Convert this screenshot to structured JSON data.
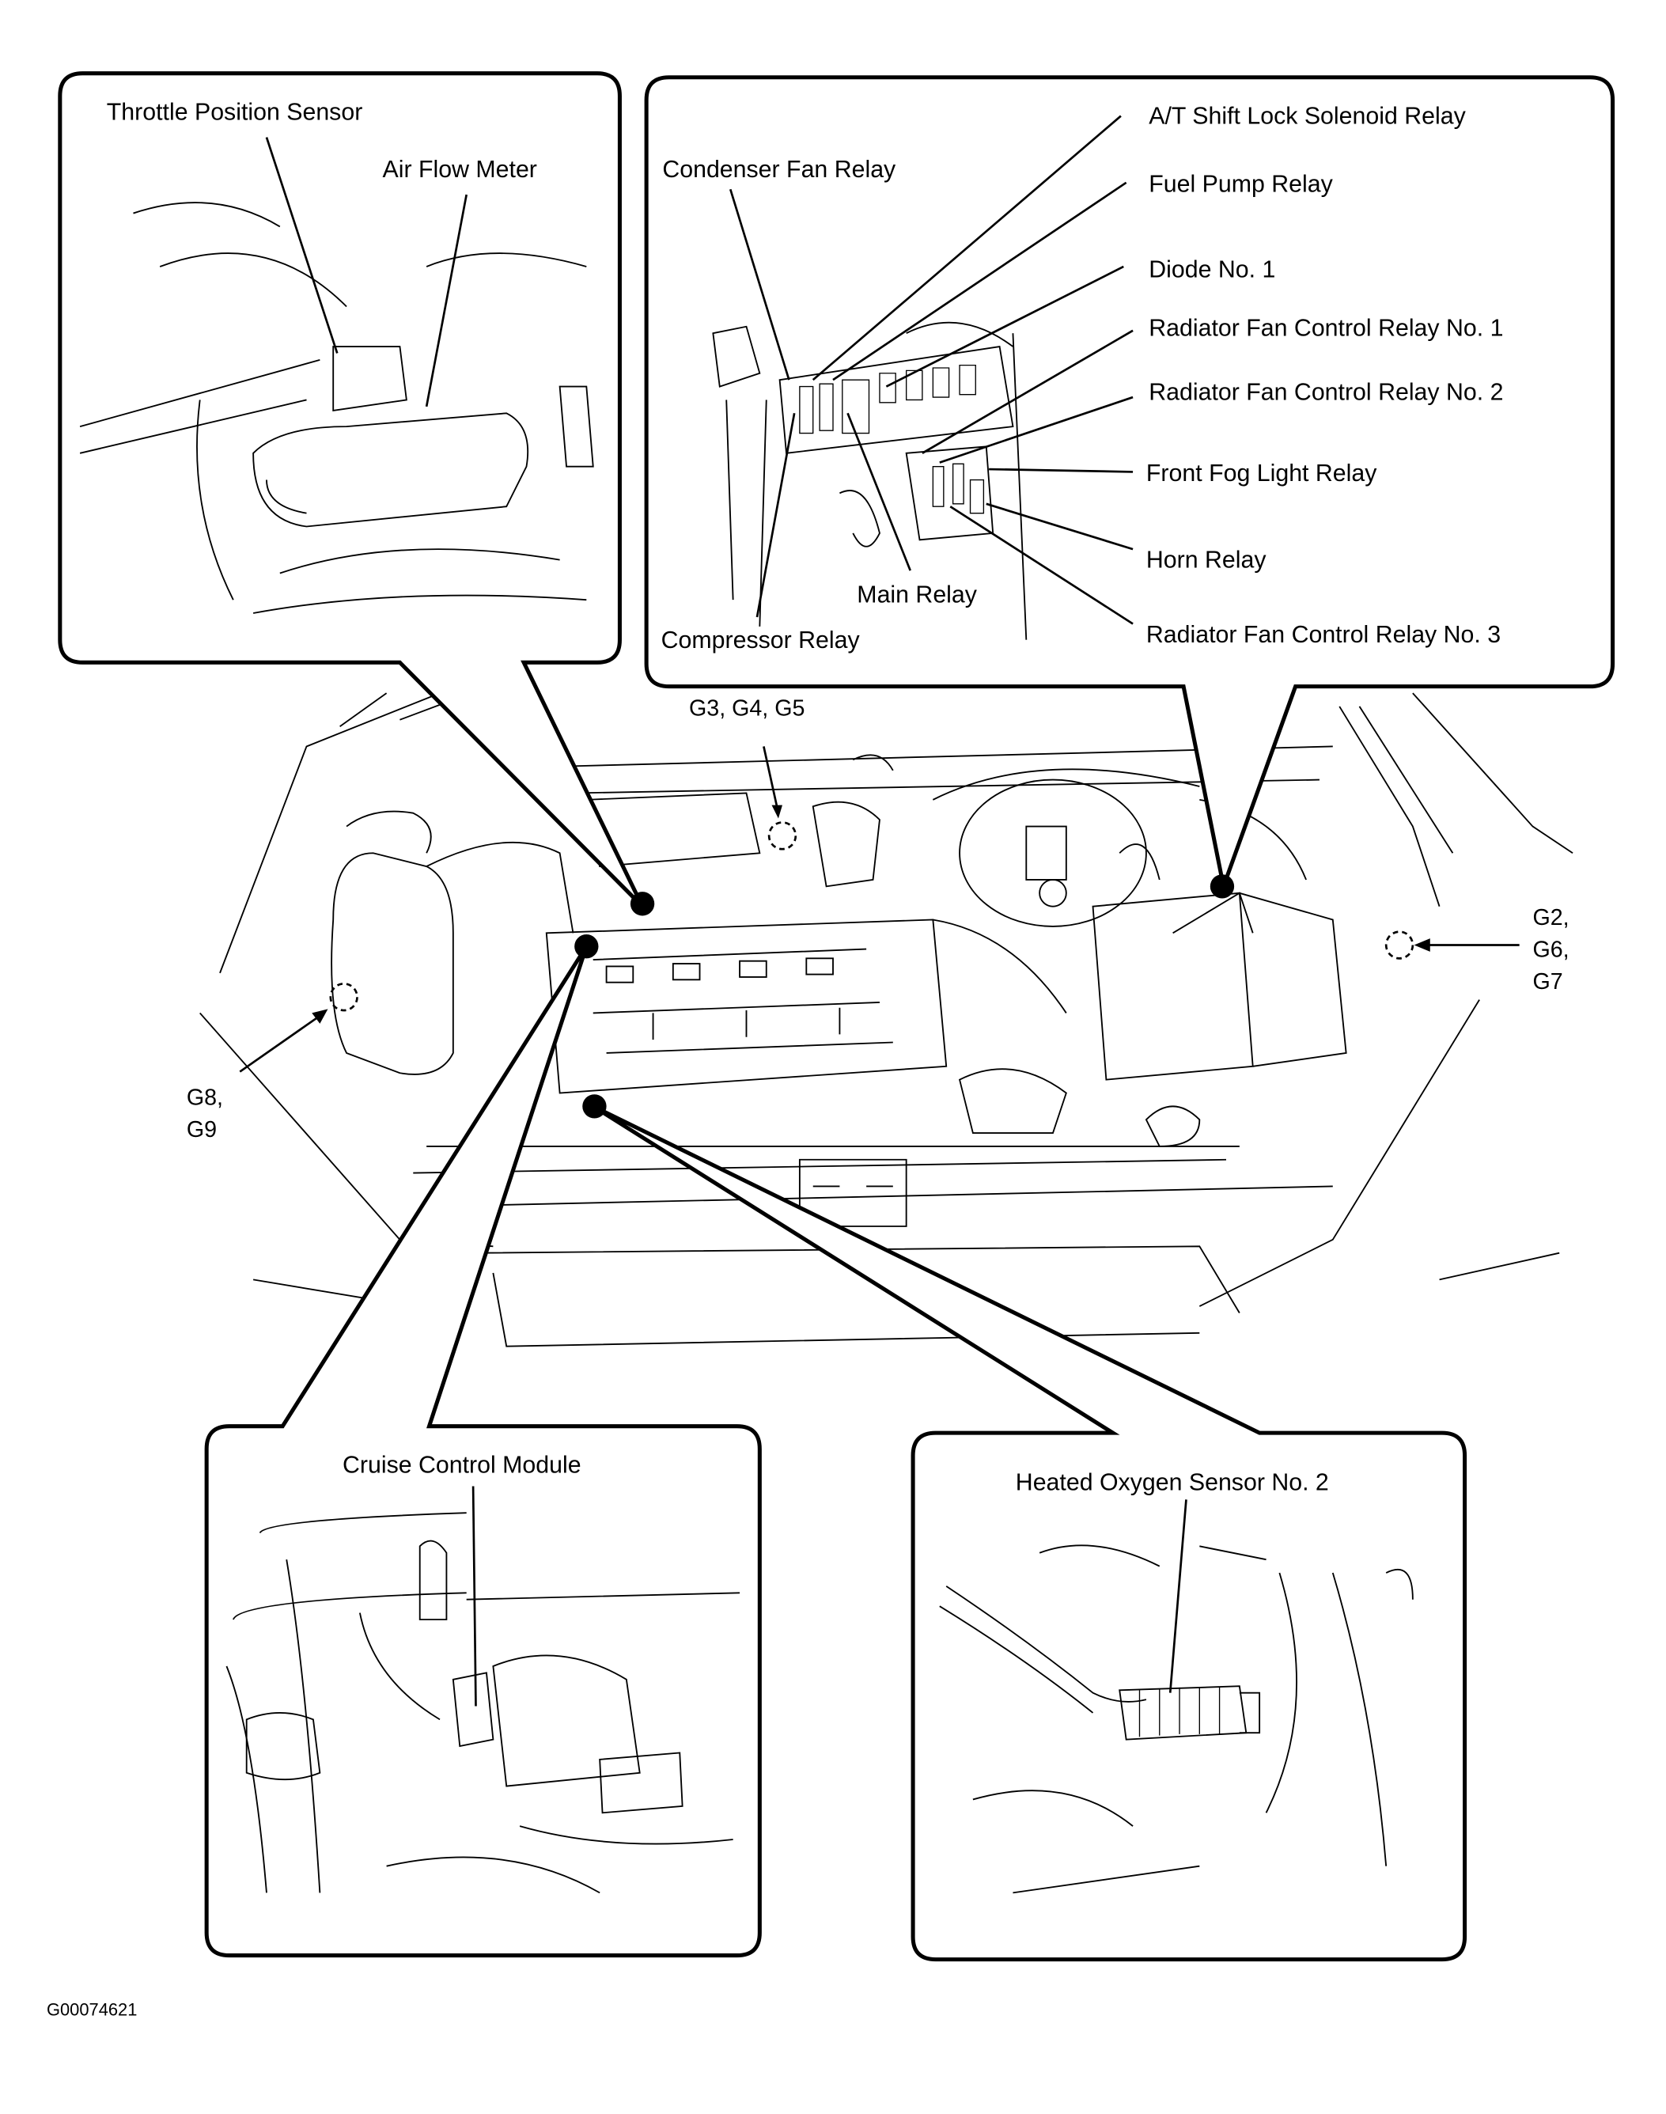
{
  "figure_id": "G00074621",
  "callouts": {
    "top_left": {
      "labels": [
        "Throttle Position Sensor",
        "Air Flow Meter"
      ]
    },
    "top_right": {
      "labels": [
        "A/T Shift Lock Solenoid Relay",
        "Condenser Fan Relay",
        "Fuel Pump Relay",
        "Diode No. 1",
        "Radiator Fan Control Relay No. 1",
        "Radiator Fan Control Relay No. 2",
        "Front Fog Light Relay",
        "Horn Relay",
        "Main Relay",
        "Compressor Relay",
        "Radiator Fan Control Relay No. 3"
      ]
    },
    "bottom_left": {
      "labels": [
        "Cruise Control Module"
      ]
    },
    "bottom_right": {
      "labels": [
        "Heated Oxygen Sensor No. 2"
      ]
    }
  },
  "grounds": {
    "g345": "G3, G4, G5",
    "g267": [
      "G2,",
      "G6,",
      "G7"
    ],
    "g89": [
      "G8,",
      "G9"
    ]
  }
}
